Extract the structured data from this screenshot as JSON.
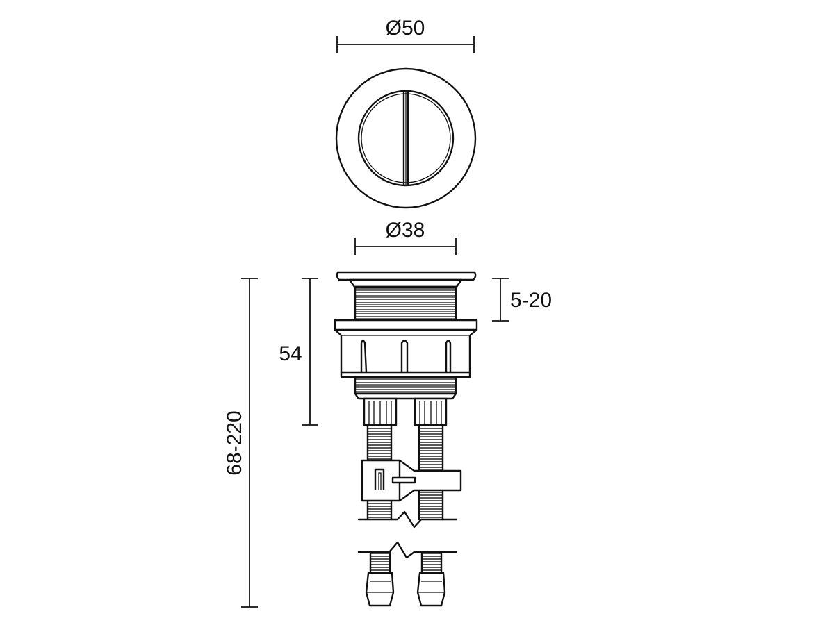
{
  "dimensions": {
    "top_diameter": "Ø50",
    "body_diameter": "Ø38",
    "cap_range": "5-20",
    "body_height": "54",
    "overall_length": "68-220"
  }
}
